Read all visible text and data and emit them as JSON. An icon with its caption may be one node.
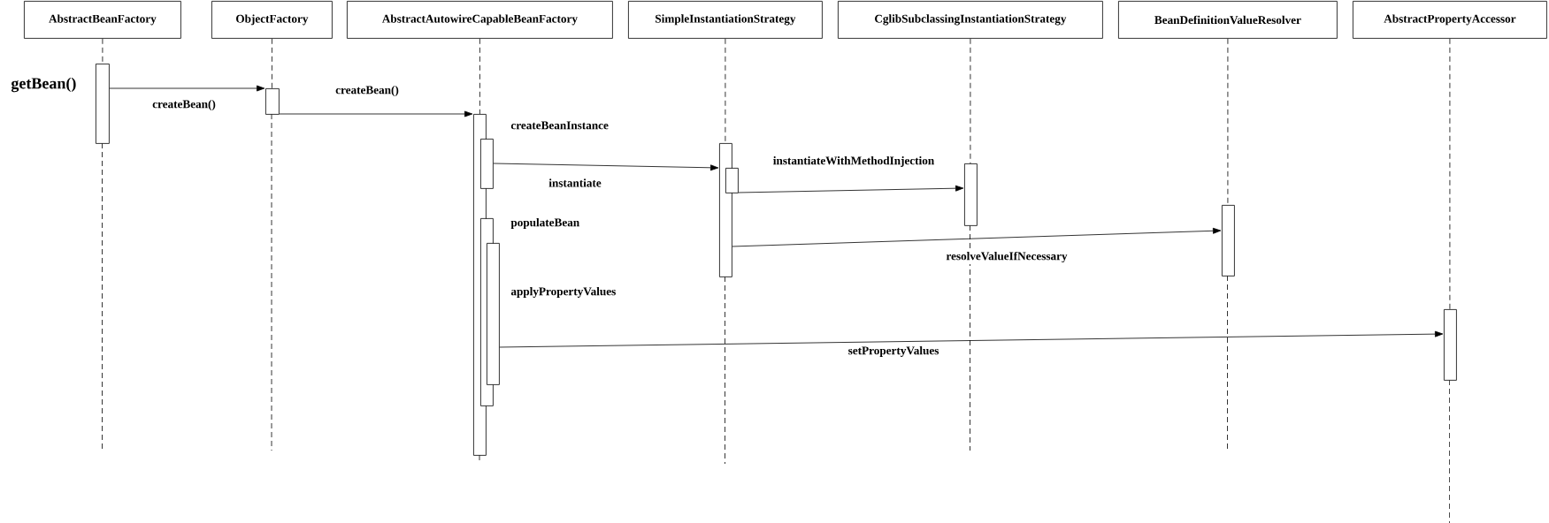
{
  "diagram": {
    "nodes": [
      {
        "text": [
          "AbstractBeanFactory"
        ]
      },
      {
        "text": [
          "ObjectFactory"
        ]
      },
      {
        "text": [
          "AbstractAutowireCapableBeanFactory"
        ]
      },
      {
        "text": [
          "SimpleInstantiationStrategy"
        ]
      },
      {
        "text": [
          "CglibSubclassingInstantiationStrategy"
        ]
      },
      {
        "text": [
          "BeanDefinitionValueResolver"
        ]
      },
      {
        "text": [
          "AbstractPropertyAccessor"
        ]
      },
      {
        "text": [],
        "shape": "bar",
        "beside": [
          "getBean()"
        ]
      },
      {
        "text": [],
        "shape": "bar"
      },
      {
        "text": [],
        "shape": "bar"
      },
      {
        "text": [],
        "shape": "bar",
        "beside": [
          "createBeanInstance"
        ]
      },
      {
        "text": [],
        "shape": "bar",
        "beside": [
          "populateBean"
        ]
      },
      {
        "text": [],
        "shape": "bar",
        "beside": [
          "applyPropertyValues"
        ]
      },
      {
        "text": [],
        "shape": "bar"
      },
      {
        "text": [],
        "shape": "bar"
      },
      {
        "text": [],
        "shape": "bar"
      },
      {
        "text": [],
        "shape": "bar"
      },
      {
        "text": [],
        "shape": "bar"
      }
    ],
    "edges": [
      {
        "from": 0,
        "to": 7,
        "arrow": "none",
        "style": "dashed"
      },
      {
        "from": 1,
        "to": 8,
        "arrow": "none",
        "style": "dashed"
      },
      {
        "from": 2,
        "to": 9,
        "arrow": "none",
        "style": "dashed"
      },
      {
        "from": 3,
        "to": 13,
        "arrow": "none",
        "style": "dashed"
      },
      {
        "from": 4,
        "to": 15,
        "arrow": "none",
        "style": "dashed"
      },
      {
        "from": 5,
        "to": 16,
        "arrow": "none",
        "style": "dashed"
      },
      {
        "from": 6,
        "to": 17,
        "arrow": "none",
        "style": "dashed"
      },
      {
        "from": 7,
        "to": 8,
        "arrow": "to",
        "label": "createBean()"
      },
      {
        "from": 8,
        "to": 9,
        "arrow": "to",
        "label": "createBean()"
      },
      {
        "from": 10,
        "to": 13,
        "arrow": "to",
        "label": "instantiate"
      },
      {
        "from": 14,
        "to": 15,
        "arrow": "to",
        "label": "instantiateWithMethodInjection"
      },
      {
        "from": 13,
        "to": 16,
        "arrow": "to",
        "label": "resolveValueIfNecessary"
      },
      {
        "from": 12,
        "to": 17,
        "arrow": "to",
        "label": "setPropertyValues"
      }
    ]
  }
}
